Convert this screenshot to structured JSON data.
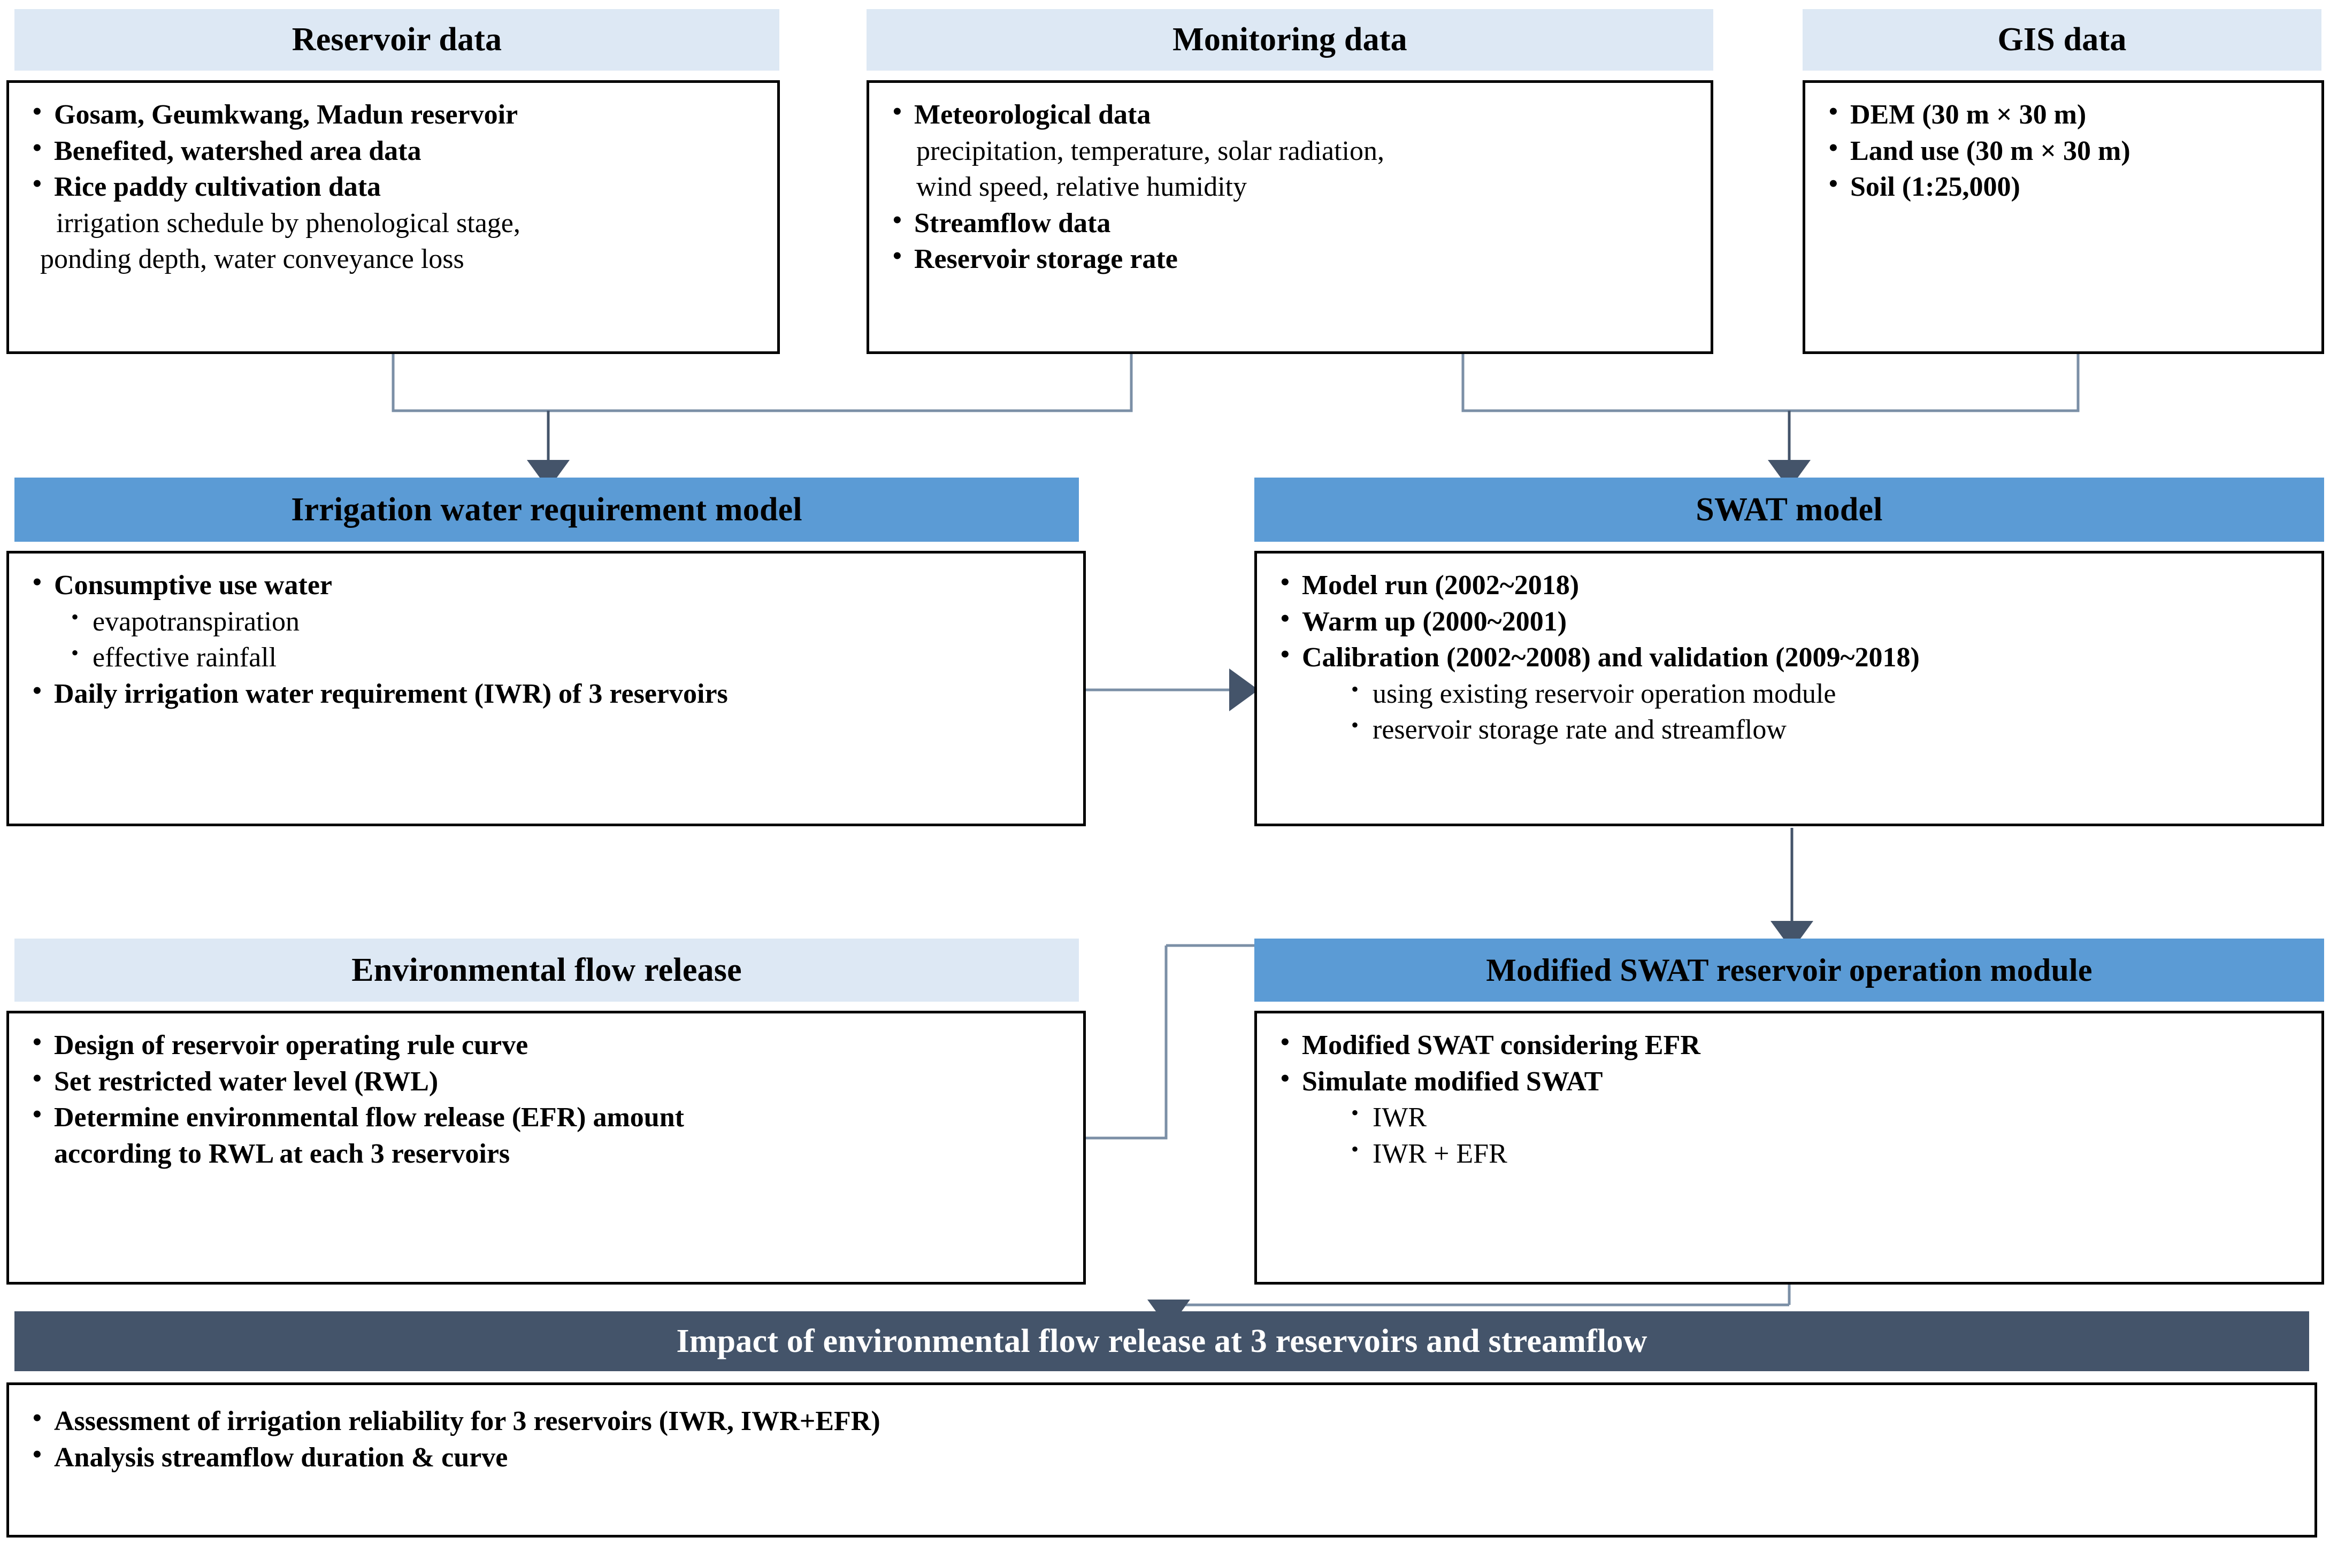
{
  "diagram": {
    "title": "Research flowchart: impact of environmental flow release at 3 reservoirs and streamflow",
    "colors": {
      "header_light": "#dde8f4",
      "header_blue": "#5b9bd5",
      "header_dark": "#44546a",
      "box_border": "#000000",
      "connector": "#4c6179",
      "text_on_dark": "#ffffff"
    }
  },
  "row1": {
    "reservoir_data": {
      "header": "Reservoir  data",
      "items": [
        {
          "text": "Gosam, Geumkwang, Madun reservoir",
          "bold": true
        },
        {
          "text": "Benefited, watershed area data",
          "bold": true
        },
        {
          "text": "Rice paddy cultivation data",
          "bold": true
        }
      ],
      "continuation": [
        "irrigation  schedule  by phenological  stage,",
        "ponding  depth,  water  conveyance  loss"
      ]
    },
    "monitoring_data": {
      "header": "Monitoring data",
      "items": [
        {
          "text": "Meteorological data",
          "bold": true
        },
        {
          "text": "Streamflow data",
          "bold": true
        },
        {
          "text": "Reservoir storage rate",
          "bold": true
        }
      ],
      "continuation": [
        "precipitation,  temperature,  solar radiation,",
        "wind speed, relative  humidity"
      ]
    },
    "gis_data": {
      "header": "GIS data",
      "items": [
        {
          "text": "DEM (30 m × 30 m)",
          "bold": true
        },
        {
          "text": "Land use (30 m × 30 m)",
          "bold": true
        },
        {
          "text": "Soil (1:25,000)",
          "bold": true
        }
      ]
    }
  },
  "row2": {
    "iwr_model": {
      "header": "Irrigation water requirement model",
      "items": [
        {
          "text": "Consumptive use water",
          "level": 1,
          "bold": true
        },
        {
          "text": "evapotranspiration",
          "level": 2,
          "bold": false
        },
        {
          "text": "effective  rainfall",
          "level": 2,
          "bold": false
        },
        {
          "text": "Daily irrigation water requirement (IWR) of 3 reservoirs",
          "level": 1,
          "bold": true
        }
      ]
    },
    "swat_model": {
      "header": "SWAT model",
      "items": [
        {
          "text": "Model run (2002~2018)",
          "level": 1,
          "bold": true
        },
        {
          "text": "Warm up (2000~2001)",
          "level": 1,
          "bold": true
        },
        {
          "text": "Calibration (2002~2008) and validation (2009~2018)",
          "level": 1,
          "bold": true
        },
        {
          "text": "using existing reservoir operation  module",
          "level": 2,
          "bold": false
        },
        {
          "text": "reservoir storage  rate and streamflow",
          "level": 2,
          "bold": false
        }
      ]
    }
  },
  "row3": {
    "environmental_flow_release": {
      "header": "Environmental flow release",
      "items": [
        {
          "text": "Design of reservoir operating rule curve",
          "level": 1,
          "bold": true
        },
        {
          "text": "Set restricted water level (RWL)",
          "level": 1,
          "bold": true
        },
        {
          "text": "Determine environmental flow release (EFR) amount",
          "level": 1,
          "bold": true
        }
      ],
      "continuation": [
        "according to RWL at each 3 reservoirs"
      ]
    },
    "modified_swat": {
      "header": "Modified SWAT reservoir operation module",
      "items": [
        {
          "text": "Modified SWAT considering EFR",
          "level": 1,
          "bold": true
        },
        {
          "text": "Simulate modified SWAT",
          "level": 1,
          "bold": true
        },
        {
          "text": "IWR",
          "level": 2,
          "bold": true
        },
        {
          "text": "IWR + EFR",
          "level": 2,
          "bold": true
        }
      ]
    }
  },
  "row4": {
    "result": {
      "header": "Impact of environmental flow release at 3 reservoirs  and streamflow",
      "items": [
        {
          "text": "Assessment of irrigation reliability for 3 reservoirs (IWR, IWR+EFR)",
          "bold": true
        },
        {
          "text": "Analysis streamflow duration & curve",
          "bold": true
        }
      ]
    }
  }
}
